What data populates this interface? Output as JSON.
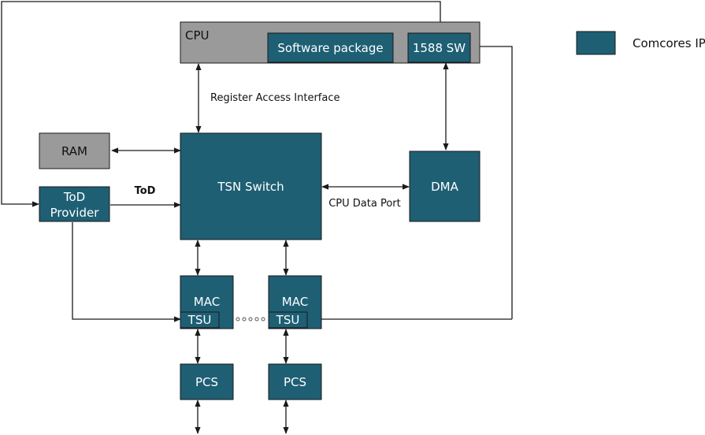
{
  "colors": {
    "teal": "#1e5f74",
    "gray": "#9a9a9a",
    "edge": "#1a1a1a",
    "white": "#ffffff"
  },
  "boxes": {
    "cpu": "CPU",
    "software_package": "Software package",
    "sw1588": "1588 SW",
    "ram": "RAM",
    "tod_line1": "ToD",
    "tod_line2": "Provider",
    "tsn_switch": "TSN Switch",
    "dma": "DMA",
    "mac1": "MAC",
    "tsu1": "TSU",
    "mac2": "MAC",
    "tsu2": "TSU",
    "pcs1": "PCS",
    "pcs2": "PCS"
  },
  "labels": {
    "register_access": "Register Access Interface",
    "tod": "ToD",
    "cpu_data_port": "CPU Data Port"
  },
  "legend": {
    "comcores_ip": "Comcores IP"
  }
}
